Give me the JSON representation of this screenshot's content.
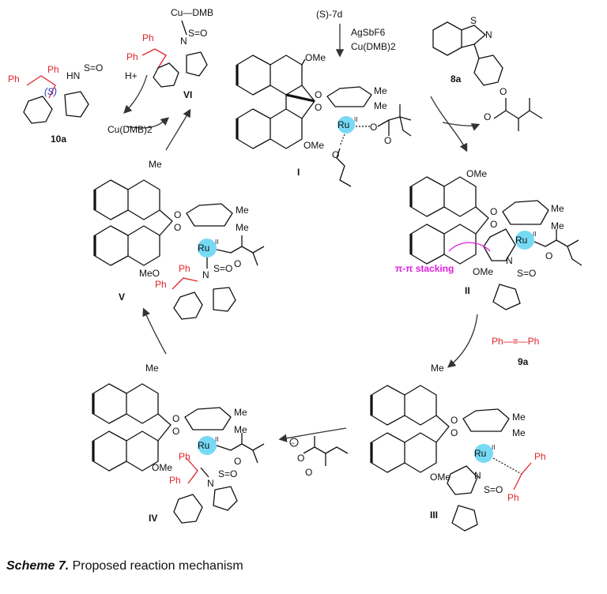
{
  "caption": {
    "label": "Scheme 7.",
    "text": "Proposed reaction mechanism"
  },
  "reagents": {
    "catalyst": "(S)-7d",
    "additive_1": "AgSbF6",
    "additive_2": "Cu(DMB)2",
    "substrate": "8a",
    "acid_byproduct": "2,2-dimethylbutanoic acid",
    "alkyne": "9a",
    "alkyne_formula": "Ph—≡—Ph",
    "product": "10a",
    "proton": "H+",
    "copper_regen": "Cu(DMB)2",
    "carboxylate": "DMB⁻ (2,2-dimethylbutanoate)",
    "cu_dmb": "Cu—DMB"
  },
  "intermediates": [
    "I",
    "II",
    "III",
    "IV",
    "V",
    "VI"
  ],
  "annotations": {
    "stacking": "π-π stacking",
    "stereo": "(S)"
  },
  "labels": {
    "ome": "OMe",
    "meo": "MeO",
    "me": "Me",
    "ru": "Ru",
    "ru_ox": "II",
    "ph": "Ph",
    "o": "O",
    "n": "N",
    "s": "S",
    "hn": "HN",
    "so2": "S=O"
  }
}
